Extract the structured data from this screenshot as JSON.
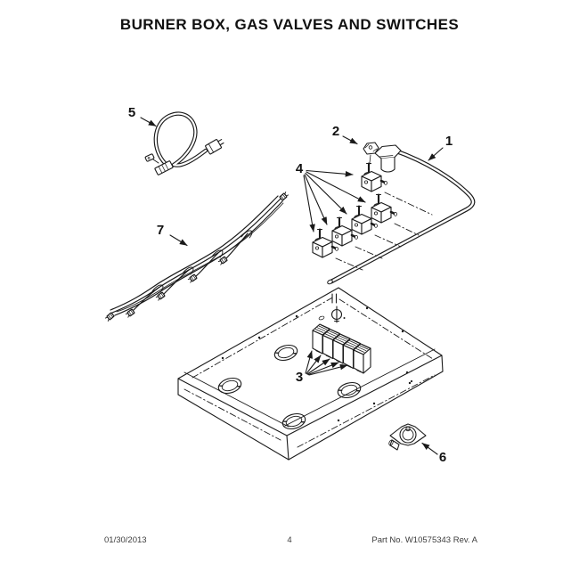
{
  "title": "BURNER BOX, GAS VALVES AND SWITCHES",
  "callouts": {
    "c1": "1",
    "c2": "2",
    "c3": "3",
    "c4": "4",
    "c5": "5",
    "c6": "6",
    "c7": "7"
  },
  "footer": {
    "date": "01/30/2013",
    "page": "4",
    "part_info": "Part No. W10575343  Rev. A"
  },
  "colors": {
    "ink": "#1a1a1a",
    "paper": "#ffffff"
  }
}
